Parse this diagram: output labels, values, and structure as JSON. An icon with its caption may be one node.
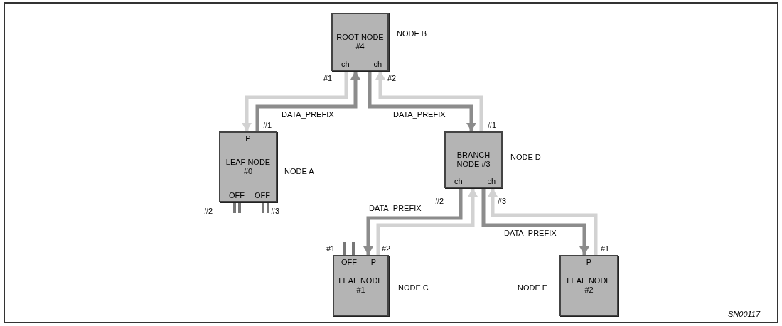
{
  "diagram": {
    "nodes": [
      {
        "text": [
          "ROOT NODE #4",
          "ch",
          "ch"
        ],
        "beside": [
          "NODE B"
        ]
      },
      {
        "text": [
          "P",
          "LEAF NODE #0",
          "OFF",
          "OFF"
        ],
        "beside": [
          "NODE A"
        ]
      },
      {
        "text": [
          "BRANCH NODE #3",
          "ch",
          "ch"
        ],
        "beside": [
          "NODE D"
        ]
      },
      {
        "text": [
          "OFF",
          "P",
          "LEAF NODE #1"
        ],
        "beside": [
          "NODE C"
        ]
      },
      {
        "text": [
          "P",
          "LEAF NODE #2"
        ],
        "beside": [
          "NODE E"
        ]
      }
    ],
    "edges": [
      {
        "from": 0,
        "to": 1,
        "arrow": "to",
        "color": "#d2d2d2"
      },
      {
        "from": 1,
        "to": 0,
        "arrow": "to",
        "label": "DATA_PREFIX",
        "color": "#8c8c8c"
      },
      {
        "from": 0,
        "to": 2,
        "arrow": "to",
        "label": "DATA_PREFIX",
        "color": "#8c8c8c"
      },
      {
        "from": 2,
        "to": 0,
        "arrow": "to",
        "color": "#d2d2d2"
      },
      {
        "from": 2,
        "to": 3,
        "arrow": "to",
        "label": "DATA_PREFIX",
        "color": "#8c8c8c"
      },
      {
        "from": 3,
        "to": 2,
        "arrow": "to",
        "color": "#d2d2d2"
      },
      {
        "from": 2,
        "to": 4,
        "arrow": "to",
        "label": "DATA_PREFIX",
        "color": "#8c8c8c"
      },
      {
        "from": 4,
        "to": 2,
        "arrow": "to",
        "color": "#d2d2d2"
      }
    ],
    "labels": [
      "#1",
      "#2",
      "#1",
      "#1",
      "#2",
      "#3",
      "#2",
      "#3",
      "#1",
      "#2",
      "#1",
      "SN00117"
    ]
  }
}
